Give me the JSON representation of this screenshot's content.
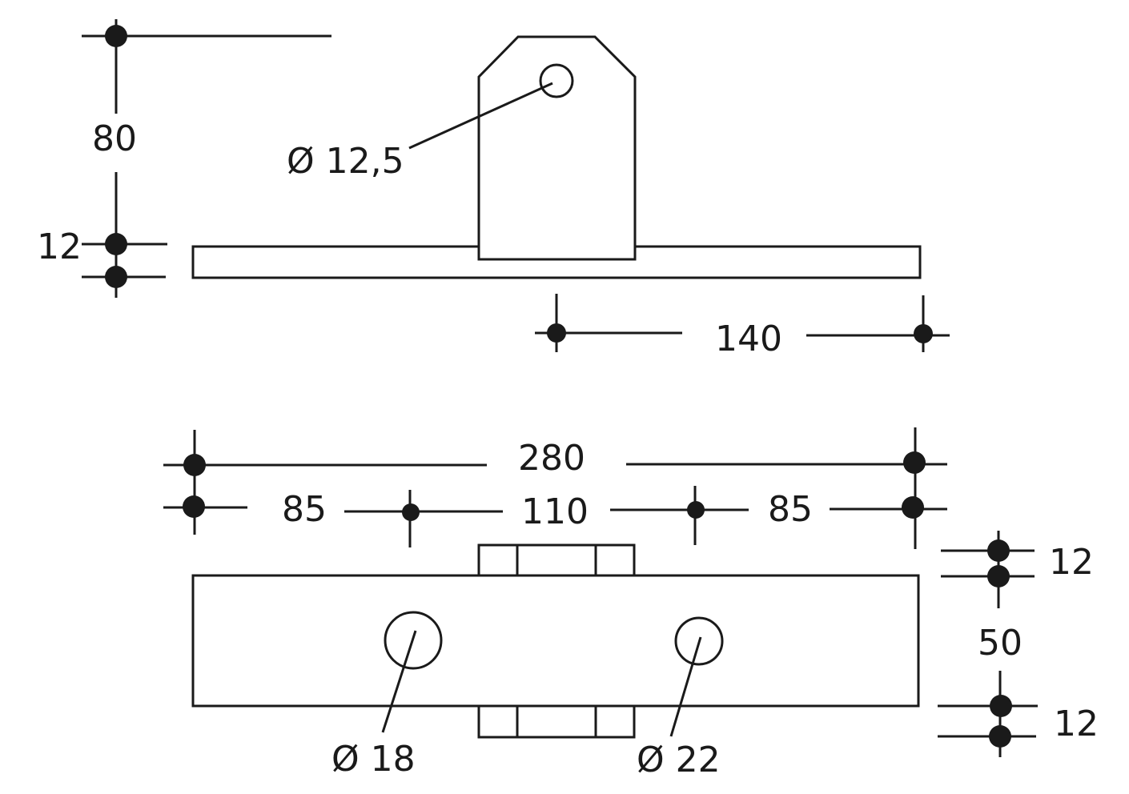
{
  "side_view": {
    "height_label": "80",
    "plate_thickness_label": "12",
    "hole_label": "Ø 12,5",
    "lug_offset_label": "140"
  },
  "top_view": {
    "total_length_label": "280",
    "left_offset_label": "85",
    "center_spacing_label": "110",
    "right_offset_label": "85",
    "lug_thickness_top_label": "12",
    "width_label": "50",
    "lug_thickness_bottom_label": "12",
    "hole_left_label": "Ø 18",
    "hole_right_label": "Ø 22"
  },
  "colors": {
    "line": "#1a1a1a",
    "background": "#ffffff"
  }
}
